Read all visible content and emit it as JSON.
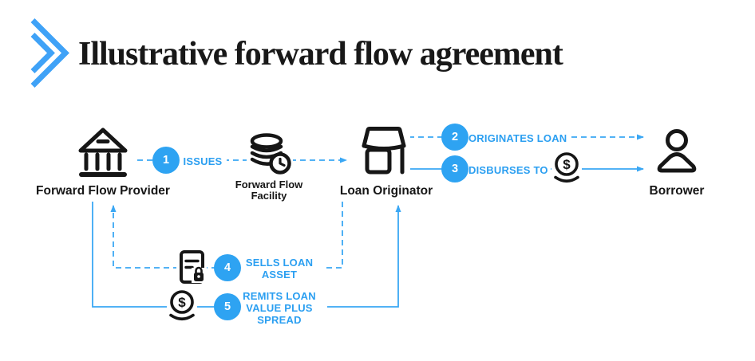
{
  "colors": {
    "accent_blue": "#2ea3f2",
    "line_blue": "#3aa7f4",
    "ink": "#161616",
    "logo_blue": "#3fa2f7",
    "background": "#ffffff"
  },
  "header": {
    "title": "Illustrative forward flow agreement"
  },
  "icons": {
    "logo": "double-chevron",
    "provider": "bank-building",
    "facility": "coin-stack-with-clock",
    "originator": "storefront",
    "borrower": "person",
    "step4_item": "document-with-lock",
    "money": "dollar-coin-over-hand",
    "dollar": "$"
  },
  "nodes": {
    "provider": {
      "label": "Forward Flow Provider"
    },
    "facility": {
      "label": "Forward Flow\nFacility"
    },
    "originator": {
      "label": "Loan Originator"
    },
    "borrower": {
      "label": "Borrower"
    }
  },
  "steps": {
    "s1": {
      "num": "1",
      "label": "ISSUES",
      "style": "dashed",
      "from": "Forward Flow Provider",
      "to": "Loan Originator"
    },
    "s2": {
      "num": "2",
      "label": "ORIGINATES LOAN",
      "style": "dashed",
      "from": "Loan Originator",
      "to": "Borrower"
    },
    "s3": {
      "num": "3",
      "label": "DISBURSES TO",
      "style": "solid",
      "from": "Loan Originator",
      "to": "Borrower"
    },
    "s4": {
      "num": "4",
      "label": "SELLS LOAN\nASSET",
      "style": "dashed",
      "from": "Loan Originator",
      "to": "Forward Flow Provider"
    },
    "s5": {
      "num": "5",
      "label": "REMITS LOAN\nVALUE PLUS\nSPREAD",
      "style": "solid",
      "from": "Forward Flow Provider",
      "to": "Loan Originator"
    }
  }
}
